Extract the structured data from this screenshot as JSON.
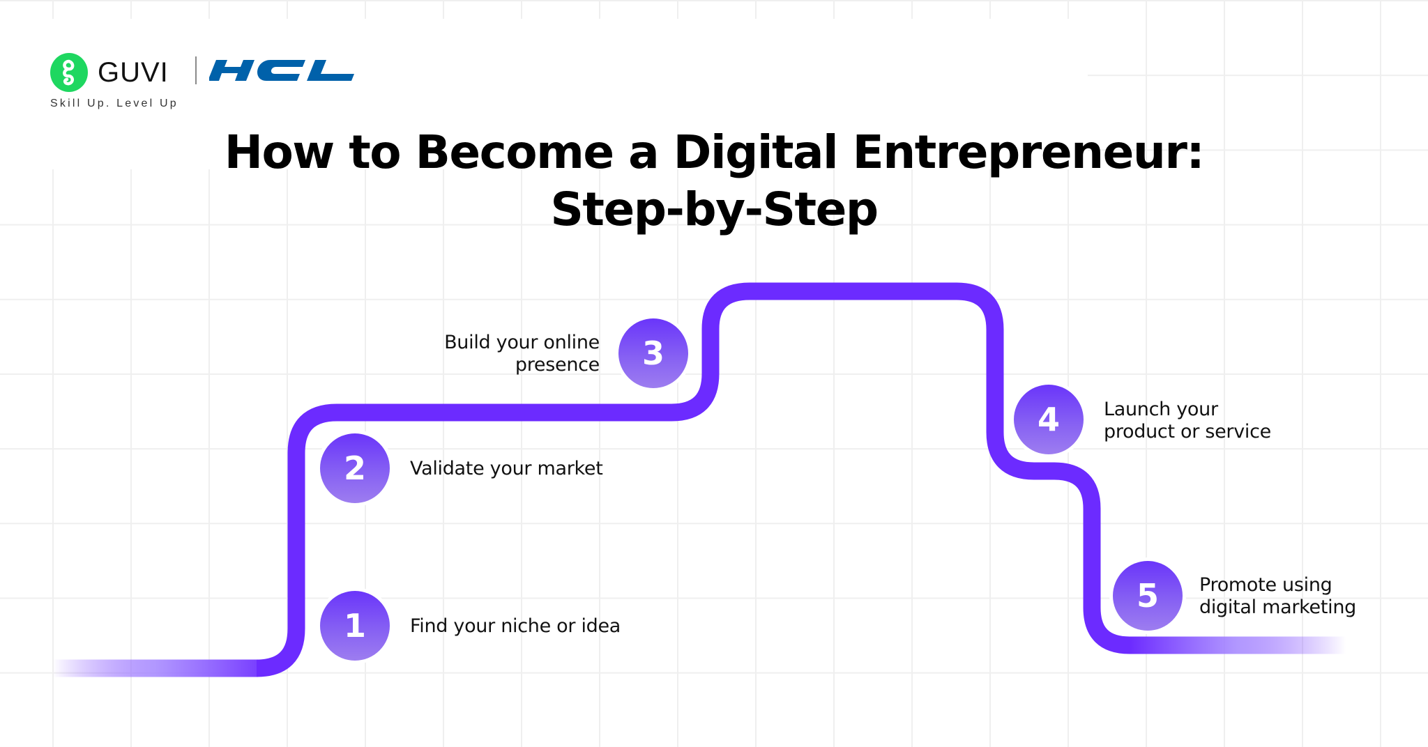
{
  "brand": {
    "guvi_name": "GUVI",
    "guvi_icon": "guvi-g-logo-icon",
    "partner_name": "HCL",
    "tagline": "Skill Up. Level Up",
    "colors": {
      "guvi_green": "#1ED760",
      "hcl_blue": "#0061AA"
    }
  },
  "title": {
    "line1": "How to Become a Digital Entrepreneur:",
    "line2": "Step-by-Step"
  },
  "path": {
    "color": "#6C2BFF",
    "circle_gradient": [
      "#6A35FA",
      "#9D7DF0"
    ],
    "fade_color": "#FFFFFF"
  },
  "steps": [
    {
      "number": "1",
      "label_lines": [
        "Find your niche or idea"
      ]
    },
    {
      "number": "2",
      "label_lines": [
        "Validate your market"
      ]
    },
    {
      "number": "3",
      "label_lines": [
        "Build your online",
        "presence"
      ]
    },
    {
      "number": "4",
      "label_lines": [
        "Launch your",
        "product or service"
      ]
    },
    {
      "number": "5",
      "label_lines": [
        "Promote using",
        "digital marketing"
      ]
    }
  ]
}
